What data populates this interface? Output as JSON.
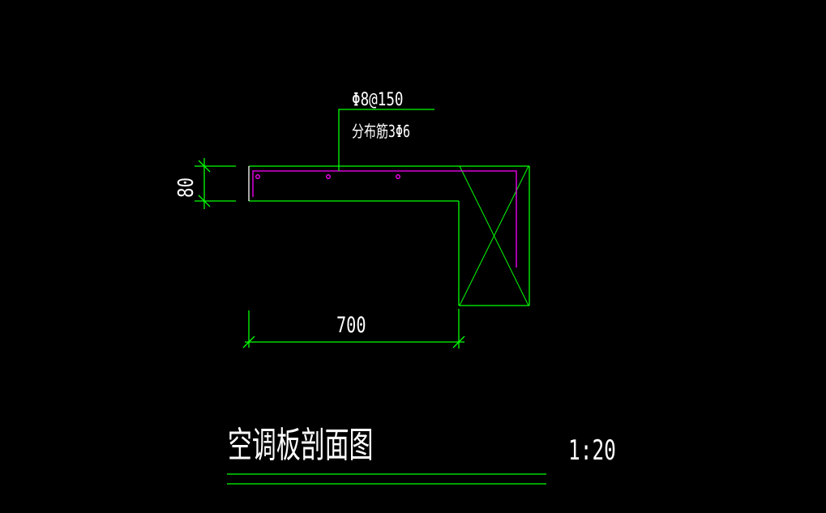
{
  "drawing": {
    "rebar_label": "Φ8@150",
    "distribution_label": "分布筋3Φ6",
    "dim_thickness": "80",
    "dim_length": "700",
    "title": "空调板剖面图",
    "scale": "1:20"
  },
  "colors": {
    "background": "#000000",
    "outline": "#00ff00",
    "rebar": "#ff00ff",
    "text": "#ffffff"
  }
}
